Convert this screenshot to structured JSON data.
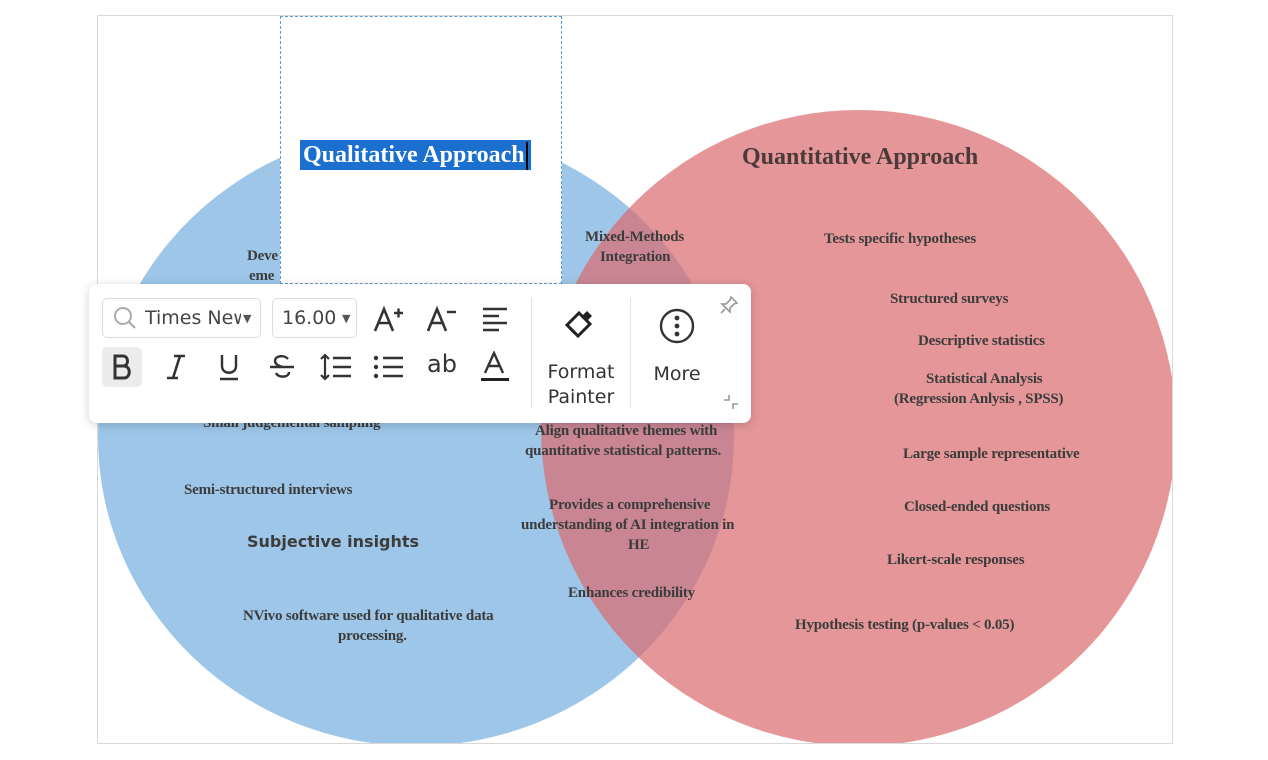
{
  "toolbar": {
    "font_name": "Times New Roman",
    "font_size": "16.00",
    "format_painter_label_1": "Format",
    "format_painter_label_2": "Painter",
    "more_label": "More",
    "strike_label": "S",
    "case_label": "ab"
  },
  "diagram": {
    "left_title": "Qualitative Approach",
    "right_title": "Quantitative Approach",
    "left_items": {
      "partial_1": "Deve",
      "partial_2": "eme",
      "partial_sampling": "Small judgemental sampling",
      "interviews": "Semi-structured interviews",
      "insights": "Subjective insights",
      "nvivo_1": "NVivo software used for qualitative data",
      "nvivo_2": "processing."
    },
    "overlap_items": {
      "mixed_1": "Mixed-Methods",
      "mixed_2": "Integration",
      "align_1": "Align qualitative themes with",
      "align_2": "quantitative statistical patterns.",
      "comp_1": "Provides a comprehensive",
      "comp_2": "understanding of AI integration in",
      "comp_3": "HE",
      "credibility": "Enhances credibility"
    },
    "right_items": {
      "hypotheses": "Tests specific hypotheses",
      "surveys": "Structured surveys",
      "descriptive": "Descriptive statistics",
      "stat_1": "Statistical Analysis",
      "stat_2": "(Regression Anlysis , SPSS)",
      "large": "Large sample representative",
      "closed": "Closed-ended questions",
      "likert": "Likert-scale responses",
      "pvalue": "Hypothesis testing (p-values < 0.05)"
    },
    "colors": {
      "left_circle": "#9dc6e8",
      "right_circle": "#da6e70",
      "selection": "#1a6fcf"
    }
  }
}
